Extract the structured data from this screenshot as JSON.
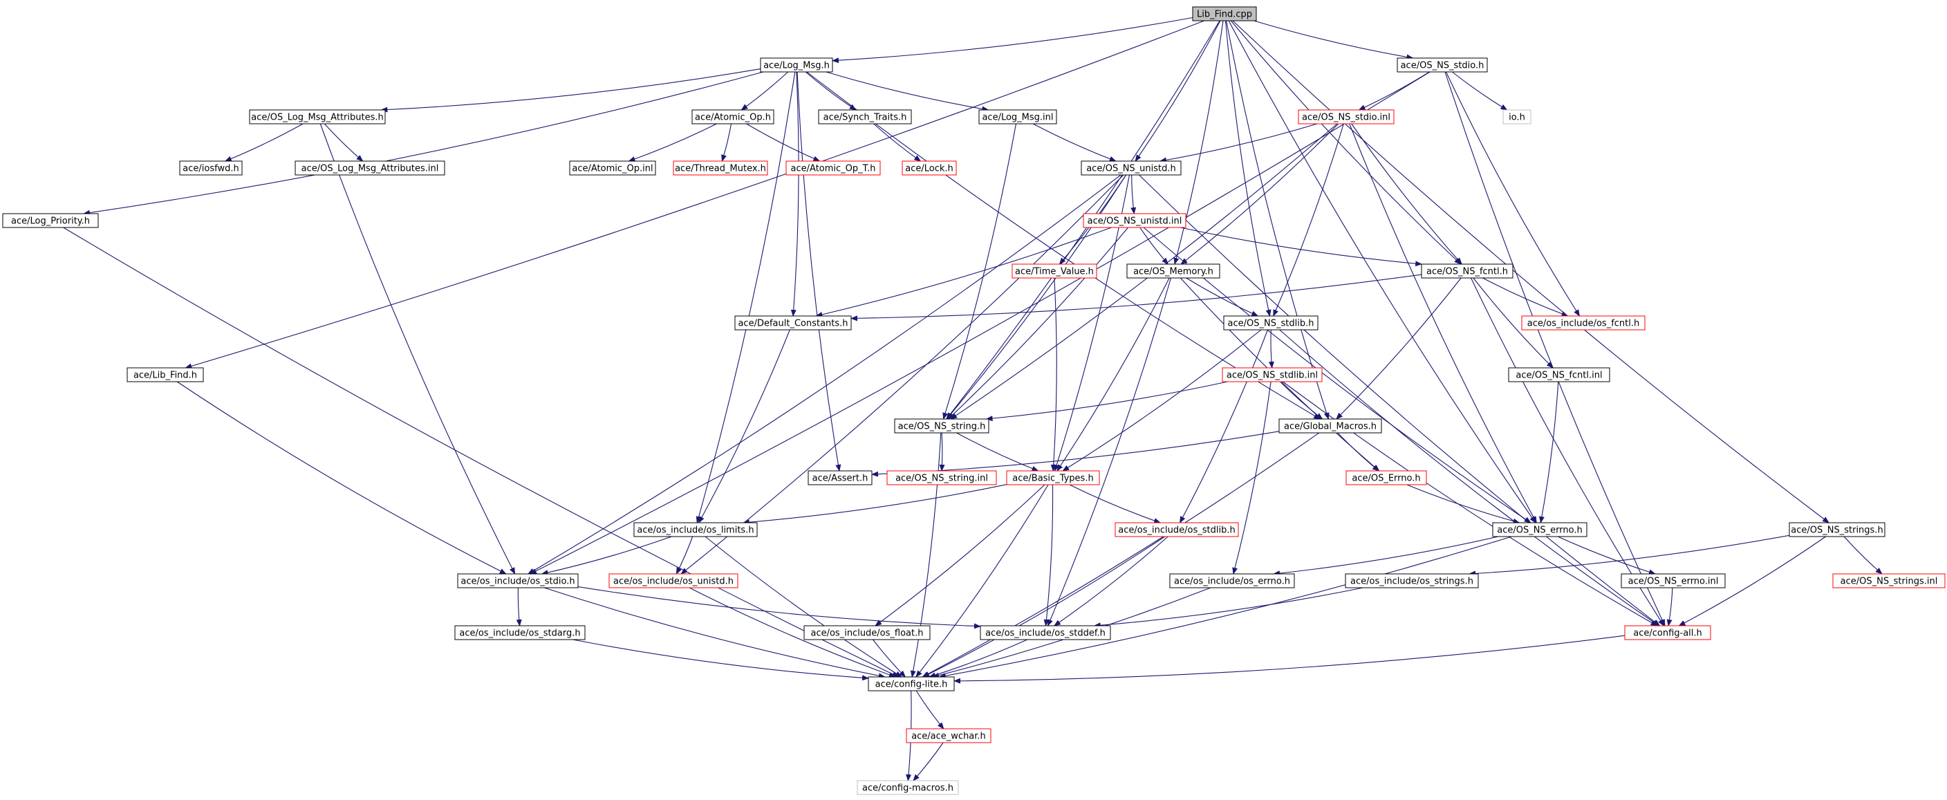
{
  "diagram": {
    "colors": {
      "edge": "#191970",
      "normal_border": "#000000",
      "missing_border": "#ff0000",
      "light_border": "#bfbfbf",
      "root_fill": "#bfbfbf",
      "fill": "#ffffff"
    },
    "nodes": [
      {
        "id": "root",
        "label": "Lib_Find.cpp",
        "style": "root"
      },
      {
        "id": "log_msg_h",
        "label": "ace/Log_Msg.h",
        "style": "normal"
      },
      {
        "id": "os_ns_stdio_h",
        "label": "ace/OS_NS_stdio.h",
        "style": "normal"
      },
      {
        "id": "os_log_msg_attr_h",
        "label": "ace/OS_Log_Msg_Attributes.h",
        "style": "normal"
      },
      {
        "id": "atomic_op_h",
        "label": "ace/Atomic_Op.h",
        "style": "normal"
      },
      {
        "id": "synch_traits_h",
        "label": "ace/Synch_Traits.h",
        "style": "normal"
      },
      {
        "id": "log_msg_inl",
        "label": "ace/Log_Msg.inl",
        "style": "normal"
      },
      {
        "id": "os_ns_stdio_inl",
        "label": "ace/OS_NS_stdio.inl",
        "style": "missing"
      },
      {
        "id": "io_h",
        "label": "io.h",
        "style": "light"
      },
      {
        "id": "iosfwd_h",
        "label": "ace/iosfwd.h",
        "style": "normal"
      },
      {
        "id": "os_log_msg_attr_inl",
        "label": "ace/OS_Log_Msg_Attributes.inl",
        "style": "normal"
      },
      {
        "id": "atomic_op_inl",
        "label": "ace/Atomic_Op.inl",
        "style": "normal"
      },
      {
        "id": "thread_mutex_h",
        "label": "ace/Thread_Mutex.h",
        "style": "missing"
      },
      {
        "id": "atomic_op_t_h",
        "label": "ace/Atomic_Op_T.h",
        "style": "missing"
      },
      {
        "id": "lock_h",
        "label": "ace/Lock.h",
        "style": "missing"
      },
      {
        "id": "os_ns_unistd_h",
        "label": "ace/OS_NS_unistd.h",
        "style": "normal"
      },
      {
        "id": "log_priority_h",
        "label": "ace/Log_Priority.h",
        "style": "normal"
      },
      {
        "id": "os_ns_unistd_inl",
        "label": "ace/OS_NS_unistd.inl",
        "style": "missing"
      },
      {
        "id": "time_value_h",
        "label": "ace/Time_Value.h",
        "style": "missing"
      },
      {
        "id": "os_memory_h",
        "label": "ace/OS_Memory.h",
        "style": "normal"
      },
      {
        "id": "os_ns_fcntl_h",
        "label": "ace/OS_NS_fcntl.h",
        "style": "normal"
      },
      {
        "id": "default_constants_h",
        "label": "ace/Default_Constants.h",
        "style": "normal"
      },
      {
        "id": "os_ns_stdlib_h",
        "label": "ace/OS_NS_stdlib.h",
        "style": "normal"
      },
      {
        "id": "os_include_os_fcntl_h",
        "label": "ace/os_include/os_fcntl.h",
        "style": "missing"
      },
      {
        "id": "lib_find_h",
        "label": "ace/Lib_Find.h",
        "style": "normal"
      },
      {
        "id": "os_ns_stdlib_inl",
        "label": "ace/OS_NS_stdlib.inl",
        "style": "missing"
      },
      {
        "id": "os_ns_fcntl_inl",
        "label": "ace/OS_NS_fcntl.inl",
        "style": "normal"
      },
      {
        "id": "os_ns_string_h",
        "label": "ace/OS_NS_string.h",
        "style": "normal"
      },
      {
        "id": "global_macros_h",
        "label": "ace/Global_Macros.h",
        "style": "normal"
      },
      {
        "id": "assert_h",
        "label": "ace/Assert.h",
        "style": "normal"
      },
      {
        "id": "os_ns_string_inl",
        "label": "ace/OS_NS_string.inl",
        "style": "missing"
      },
      {
        "id": "basic_types_h",
        "label": "ace/Basic_Types.h",
        "style": "missing"
      },
      {
        "id": "os_errno_h",
        "label": "ace/OS_Errno.h",
        "style": "missing"
      },
      {
        "id": "os_include_os_limits_h",
        "label": "ace/os_include/os_limits.h",
        "style": "normal"
      },
      {
        "id": "os_include_os_stdlib_h",
        "label": "ace/os_include/os_stdlib.h",
        "style": "missing"
      },
      {
        "id": "os_ns_errno_h",
        "label": "ace/OS_NS_errno.h",
        "style": "normal"
      },
      {
        "id": "os_ns_strings_h",
        "label": "ace/OS_NS_strings.h",
        "style": "normal"
      },
      {
        "id": "os_include_os_stdio_h",
        "label": "ace/os_include/os_stdio.h",
        "style": "normal"
      },
      {
        "id": "os_include_os_unistd_h",
        "label": "ace/os_include/os_unistd.h",
        "style": "missing"
      },
      {
        "id": "os_include_os_errno_h",
        "label": "ace/os_include/os_errno.h",
        "style": "normal"
      },
      {
        "id": "os_include_os_strings_h",
        "label": "ace/os_include/os_strings.h",
        "style": "normal"
      },
      {
        "id": "os_ns_errno_inl",
        "label": "ace/OS_NS_errno.inl",
        "style": "normal"
      },
      {
        "id": "os_ns_strings_inl",
        "label": "ace/OS_NS_strings.inl",
        "style": "missing"
      },
      {
        "id": "os_include_os_stdarg_h",
        "label": "ace/os_include/os_stdarg.h",
        "style": "normal"
      },
      {
        "id": "os_include_os_float_h",
        "label": "ace/os_include/os_float.h",
        "style": "normal"
      },
      {
        "id": "os_include_os_stddef_h",
        "label": "ace/os_include/os_stddef.h",
        "style": "normal"
      },
      {
        "id": "config_all_h",
        "label": "ace/config-all.h",
        "style": "missing"
      },
      {
        "id": "config_lite_h",
        "label": "ace/config-lite.h",
        "style": "normal"
      },
      {
        "id": "ace_wchar_h",
        "label": "ace/ace_wchar.h",
        "style": "missing"
      },
      {
        "id": "config_macros_h",
        "label": "ace/config-macros.h",
        "style": "light"
      }
    ],
    "edges": [
      [
        "root",
        "log_msg_h"
      ],
      [
        "root",
        "os_ns_stdio_h"
      ],
      [
        "root",
        "lib_find_h"
      ],
      [
        "root",
        "os_ns_string_h"
      ],
      [
        "root",
        "os_ns_unistd_h"
      ],
      [
        "root",
        "os_memory_h"
      ],
      [
        "root",
        "os_ns_stdlib_h"
      ],
      [
        "root",
        "os_ns_fcntl_h"
      ],
      [
        "root",
        "global_macros_h"
      ],
      [
        "root",
        "os_ns_errno_h"
      ],
      [
        "root",
        "os_ns_strings_h"
      ],
      [
        "log_msg_h",
        "os_log_msg_attr_h"
      ],
      [
        "log_msg_h",
        "atomic_op_h"
      ],
      [
        "log_msg_h",
        "synch_traits_h"
      ],
      [
        "log_msg_h",
        "log_msg_inl"
      ],
      [
        "log_msg_h",
        "log_priority_h"
      ],
      [
        "log_msg_h",
        "default_constants_h"
      ],
      [
        "log_msg_h",
        "os_include_os_limits_h"
      ],
      [
        "log_msg_h",
        "global_macros_h"
      ],
      [
        "log_msg_h",
        "assert_h"
      ],
      [
        "os_ns_stdio_h",
        "os_ns_stdio_inl"
      ],
      [
        "os_ns_stdio_h",
        "io_h"
      ],
      [
        "os_ns_stdio_h",
        "os_include_os_stdio_h"
      ],
      [
        "os_ns_stdio_h",
        "os_include_os_fcntl_h"
      ],
      [
        "os_ns_stdio_h",
        "config_all_h"
      ],
      [
        "os_log_msg_attr_h",
        "iosfwd_h"
      ],
      [
        "os_log_msg_attr_h",
        "os_log_msg_attr_inl"
      ],
      [
        "os_log_msg_attr_h",
        "os_include_os_stdio_h"
      ],
      [
        "atomic_op_h",
        "atomic_op_inl"
      ],
      [
        "atomic_op_h",
        "thread_mutex_h"
      ],
      [
        "atomic_op_h",
        "atomic_op_t_h"
      ],
      [
        "synch_traits_h",
        "lock_h"
      ],
      [
        "log_msg_inl",
        "os_ns_unistd_h"
      ],
      [
        "log_msg_inl",
        "os_ns_string_h"
      ],
      [
        "os_ns_stdio_inl",
        "os_ns_unistd_h"
      ],
      [
        "os_ns_stdio_inl",
        "os_ns_string_h"
      ],
      [
        "os_ns_stdio_inl",
        "os_memory_h"
      ],
      [
        "os_ns_stdio_inl",
        "os_ns_stdlib_h"
      ],
      [
        "os_ns_stdio_inl",
        "os_ns_fcntl_h"
      ],
      [
        "os_ns_stdio_inl",
        "os_ns_errno_h"
      ],
      [
        "os_ns_unistd_h",
        "os_ns_unistd_inl"
      ],
      [
        "os_ns_unistd_h",
        "time_value_h"
      ],
      [
        "os_ns_unistd_h",
        "basic_types_h"
      ],
      [
        "os_ns_unistd_h",
        "os_include_os_stdio_h"
      ],
      [
        "os_ns_unistd_h",
        "os_include_os_unistd_h"
      ],
      [
        "os_ns_unistd_h",
        "config_all_h"
      ],
      [
        "os_ns_unistd_h",
        "os_ns_string_h"
      ],
      [
        "log_priority_h",
        "config_lite_h"
      ],
      [
        "os_ns_unistd_inl",
        "os_memory_h"
      ],
      [
        "os_ns_unistd_inl",
        "os_ns_fcntl_h"
      ],
      [
        "os_ns_unistd_inl",
        "default_constants_h"
      ],
      [
        "os_ns_unistd_inl",
        "os_ns_string_h"
      ],
      [
        "os_ns_unistd_inl",
        "os_ns_errno_h"
      ],
      [
        "time_value_h",
        "basic_types_h"
      ],
      [
        "os_memory_h",
        "os_ns_stdlib_h"
      ],
      [
        "os_memory_h",
        "basic_types_h"
      ],
      [
        "os_memory_h",
        "os_include_os_stddef_h"
      ],
      [
        "os_memory_h",
        "os_errno_h"
      ],
      [
        "os_ns_fcntl_h",
        "os_include_os_fcntl_h"
      ],
      [
        "os_ns_fcntl_h",
        "os_ns_fcntl_inl"
      ],
      [
        "os_ns_fcntl_h",
        "global_macros_h"
      ],
      [
        "os_ns_fcntl_h",
        "config_all_h"
      ],
      [
        "os_ns_fcntl_h",
        "default_constants_h"
      ],
      [
        "default_constants_h",
        "os_include_os_limits_h"
      ],
      [
        "os_ns_stdlib_h",
        "os_ns_stdlib_inl"
      ],
      [
        "os_ns_stdlib_h",
        "basic_types_h"
      ],
      [
        "os_ns_stdlib_h",
        "os_include_os_stdlib_h"
      ],
      [
        "os_ns_stdlib_h",
        "config_all_h"
      ],
      [
        "lib_find_h",
        "os_include_os_stdio_h"
      ],
      [
        "os_ns_stdlib_inl",
        "os_ns_string_h"
      ],
      [
        "os_ns_stdlib_inl",
        "global_macros_h"
      ],
      [
        "os_ns_stdlib_inl",
        "os_include_os_errno_h"
      ],
      [
        "os_ns_stdlib_inl",
        "config_all_h"
      ],
      [
        "os_ns_fcntl_inl",
        "os_ns_errno_h"
      ],
      [
        "os_ns_string_h",
        "os_ns_string_inl"
      ],
      [
        "os_ns_string_h",
        "basic_types_h"
      ],
      [
        "os_ns_string_h",
        "config_lite_h"
      ],
      [
        "global_macros_h",
        "assert_h"
      ],
      [
        "global_macros_h",
        "os_errno_h"
      ],
      [
        "global_macros_h",
        "config_lite_h"
      ],
      [
        "basic_types_h",
        "os_include_os_limits_h"
      ],
      [
        "basic_types_h",
        "os_include_os_stdlib_h"
      ],
      [
        "basic_types_h",
        "os_include_os_float_h"
      ],
      [
        "basic_types_h",
        "os_include_os_stddef_h"
      ],
      [
        "basic_types_h",
        "config_lite_h"
      ],
      [
        "os_errno_h",
        "os_ns_errno_h"
      ],
      [
        "os_include_os_limits_h",
        "os_include_os_stdio_h"
      ],
      [
        "os_include_os_limits_h",
        "os_include_os_unistd_h"
      ],
      [
        "os_include_os_limits_h",
        "config_lite_h"
      ],
      [
        "os_include_os_stdlib_h",
        "os_include_os_stddef_h"
      ],
      [
        "os_include_os_stdlib_h",
        "config_lite_h"
      ],
      [
        "os_ns_errno_h",
        "os_include_os_errno_h"
      ],
      [
        "os_ns_errno_h",
        "os_ns_errno_inl"
      ],
      [
        "os_ns_errno_h",
        "config_lite_h"
      ],
      [
        "os_ns_strings_h",
        "os_ns_strings_inl"
      ],
      [
        "os_ns_strings_h",
        "os_include_os_strings_h"
      ],
      [
        "os_ns_strings_h",
        "config_all_h"
      ],
      [
        "os_include_os_stdio_h",
        "os_include_os_stdarg_h"
      ],
      [
        "os_include_os_stdio_h",
        "os_include_os_stddef_h"
      ],
      [
        "os_include_os_stdio_h",
        "config_lite_h"
      ],
      [
        "os_include_os_unistd_h",
        "config_lite_h"
      ],
      [
        "os_include_os_errno_h",
        "config_lite_h"
      ],
      [
        "os_include_os_strings_h",
        "os_include_os_stddef_h"
      ],
      [
        "os_ns_errno_inl",
        "config_all_h"
      ],
      [
        "os_include_os_stdarg_h",
        "config_lite_h"
      ],
      [
        "os_include_os_float_h",
        "config_lite_h"
      ],
      [
        "os_include_os_stddef_h",
        "config_lite_h"
      ],
      [
        "config_all_h",
        "config_lite_h"
      ],
      [
        "config_lite_h",
        "ace_wchar_h"
      ],
      [
        "config_lite_h",
        "config_macros_h"
      ],
      [
        "ace_wchar_h",
        "config_macros_h"
      ]
    ]
  }
}
